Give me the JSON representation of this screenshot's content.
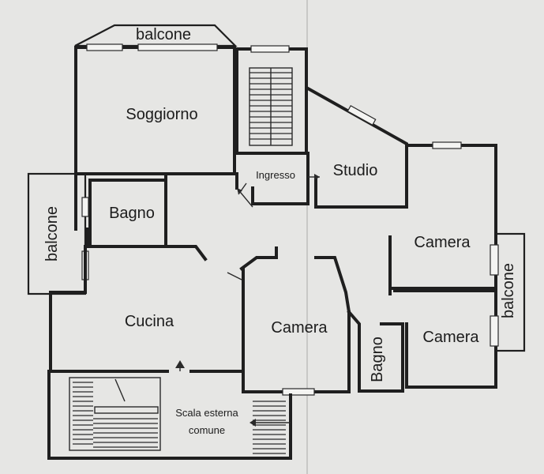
{
  "labels": {
    "balcone_top": "balcone",
    "soggiorno": "Soggiorno",
    "ingresso": "Ingresso",
    "studio": "Studio",
    "bagno_left": "Bagno",
    "balcone_left": "balcone",
    "camera_right_top": "Camera",
    "balcone_right": "balcone",
    "cucina": "Cucina",
    "camera_center": "Camera",
    "bagno_right": "Bagno",
    "camera_right_bottom": "Camera",
    "scala_line1": "Scala esterna",
    "scala_line2": "comune"
  }
}
